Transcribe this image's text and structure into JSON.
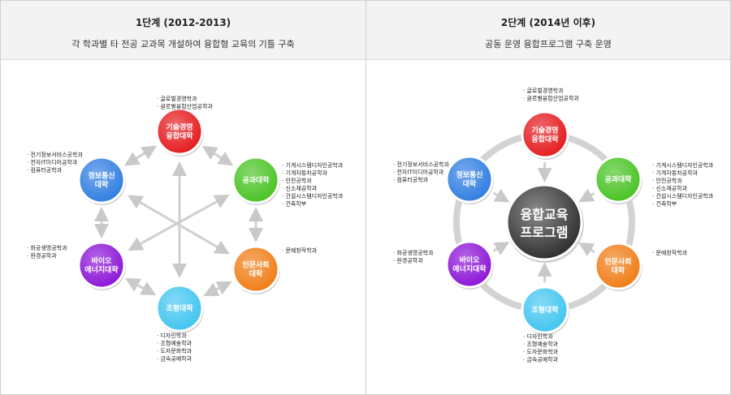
{
  "left": {
    "title": "1단계 (2012-2013)",
    "subtitle": "각 학과별 타 전공 교과목 개설하여 융합형 교육의 기틀 구축"
  },
  "right": {
    "title": "2단계 (2014년 이후)",
    "subtitle": "공동 운영 융합프로그램 구축 운영",
    "center": [
      "융합교육",
      "프로그램"
    ]
  },
  "colleges": [
    {
      "name": [
        "기술경영",
        "융합대학"
      ],
      "color": "#e4171b",
      "depts": [
        "· 글로벌경영학과",
        "· 글로벌융합산업공학과"
      ]
    },
    {
      "name": [
        "공과대학"
      ],
      "color": "#45c21f",
      "depts": [
        "· 기계시스템디자인공학과",
        "· 기계자동차공학과",
        "· 안전공학과",
        "· 신소재공학과",
        "· 건설시스템디자인공학과",
        "· 건축학부"
      ]
    },
    {
      "name": [
        "인문사회",
        "대학"
      ],
      "color": "#f07a12",
      "depts": [
        "· 문예창작학과"
      ]
    },
    {
      "name": [
        "조형대학"
      ],
      "color": "#3ec4ef",
      "depts": [
        "· 디자인학과",
        "· 조형예술학과",
        "· 도자문화학과",
        "· 금속공예학과"
      ]
    },
    {
      "name": [
        "바이오",
        "에너지대학"
      ],
      "color": "#8a11d6",
      "depts": [
        "· 화공생명공학과",
        "· 환경공학과"
      ]
    },
    {
      "name": [
        "정보통신",
        "대학"
      ],
      "color": "#2c7be0",
      "depts": [
        "· 전기정보서비스공학과",
        "· 전자IT미디어공학과",
        "· 컴퓨터공학과"
      ]
    }
  ]
}
